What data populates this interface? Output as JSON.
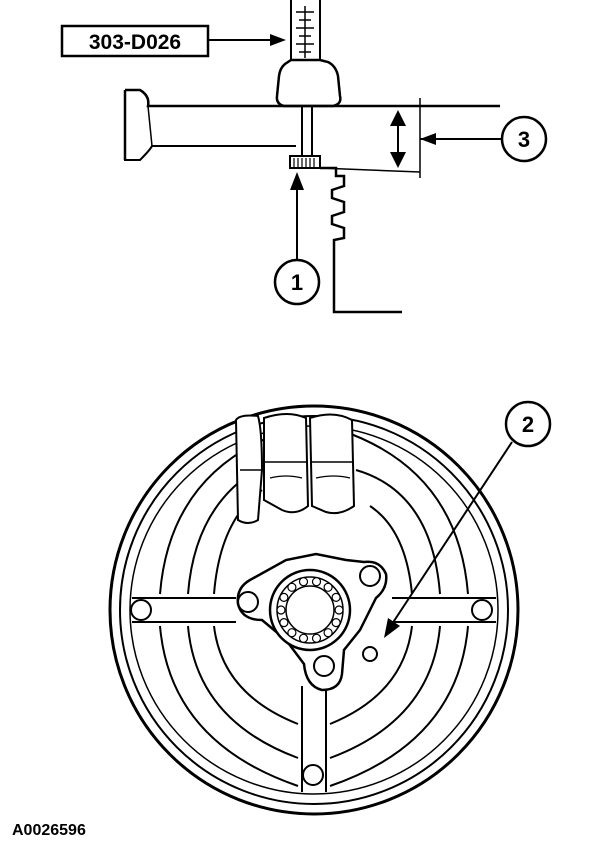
{
  "tool_label": "303-D026",
  "callouts": [
    "1",
    "2",
    "3"
  ],
  "figure_id": "A0026596"
}
